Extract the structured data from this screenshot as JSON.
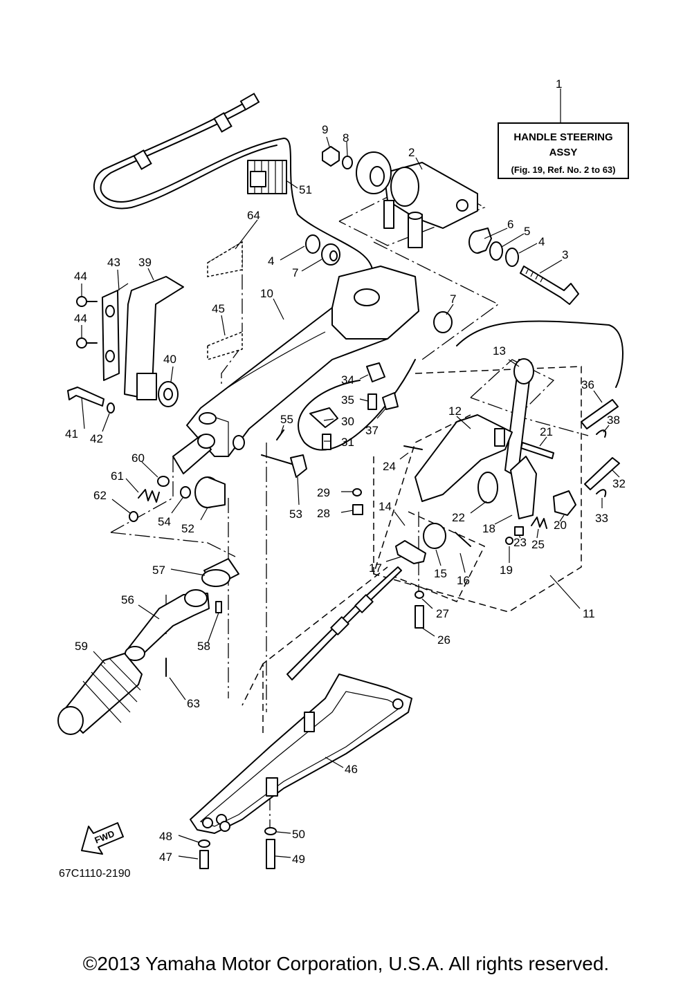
{
  "assembly_box": {
    "title": "HANDLE STEERING",
    "subtitle": "ASSY",
    "reference": "(Fig. 19, Ref. No. 2 to 63)"
  },
  "forward_label": "FWD",
  "diagram_code": "67C1110-2190",
  "copyright": "©2013 Yamaha Motor Corporation, U.S.A. All rights reserved.",
  "callouts": [
    {
      "ref": "1"
    },
    {
      "ref": "2"
    },
    {
      "ref": "3"
    },
    {
      "ref": "4"
    },
    {
      "ref": "4"
    },
    {
      "ref": "5"
    },
    {
      "ref": "6"
    },
    {
      "ref": "7"
    },
    {
      "ref": "7"
    },
    {
      "ref": "8"
    },
    {
      "ref": "9"
    },
    {
      "ref": "10"
    },
    {
      "ref": "11"
    },
    {
      "ref": "12"
    },
    {
      "ref": "13"
    },
    {
      "ref": "14"
    },
    {
      "ref": "15"
    },
    {
      "ref": "16"
    },
    {
      "ref": "17"
    },
    {
      "ref": "18"
    },
    {
      "ref": "19"
    },
    {
      "ref": "20"
    },
    {
      "ref": "21"
    },
    {
      "ref": "22"
    },
    {
      "ref": "23"
    },
    {
      "ref": "24"
    },
    {
      "ref": "25"
    },
    {
      "ref": "26"
    },
    {
      "ref": "27"
    },
    {
      "ref": "28"
    },
    {
      "ref": "29"
    },
    {
      "ref": "30"
    },
    {
      "ref": "31"
    },
    {
      "ref": "32"
    },
    {
      "ref": "33"
    },
    {
      "ref": "34"
    },
    {
      "ref": "35"
    },
    {
      "ref": "36"
    },
    {
      "ref": "37"
    },
    {
      "ref": "38"
    },
    {
      "ref": "39"
    },
    {
      "ref": "40"
    },
    {
      "ref": "41"
    },
    {
      "ref": "42"
    },
    {
      "ref": "43"
    },
    {
      "ref": "44"
    },
    {
      "ref": "44"
    },
    {
      "ref": "45"
    },
    {
      "ref": "46"
    },
    {
      "ref": "47"
    },
    {
      "ref": "48"
    },
    {
      "ref": "49"
    },
    {
      "ref": "50"
    },
    {
      "ref": "51"
    },
    {
      "ref": "52"
    },
    {
      "ref": "53"
    },
    {
      "ref": "54"
    },
    {
      "ref": "55"
    },
    {
      "ref": "56"
    },
    {
      "ref": "57"
    },
    {
      "ref": "58"
    },
    {
      "ref": "59"
    },
    {
      "ref": "60"
    },
    {
      "ref": "61"
    },
    {
      "ref": "62"
    },
    {
      "ref": "63"
    },
    {
      "ref": "64"
    }
  ]
}
